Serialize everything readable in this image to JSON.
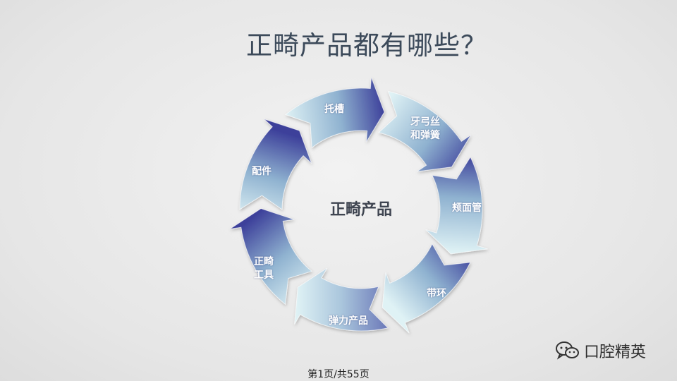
{
  "title": "正畸产品都有哪些？",
  "center": "正畸产品",
  "segments": [
    {
      "label": "托槽"
    },
    {
      "label": "牙弓丝\n和弹簧"
    },
    {
      "label": "颊面管"
    },
    {
      "label": "带环"
    },
    {
      "label": "弹力产品"
    },
    {
      "label": "正畸\n工具"
    },
    {
      "label": "配件"
    }
  ],
  "page_number": "第1页/共55页",
  "watermark": {
    "icon": "wechat-icon",
    "text": "口腔精英"
  },
  "colors": {
    "segment_light": "#d6eef3",
    "segment_dark": "#3c3f9a",
    "title": "#3c4a5a"
  }
}
